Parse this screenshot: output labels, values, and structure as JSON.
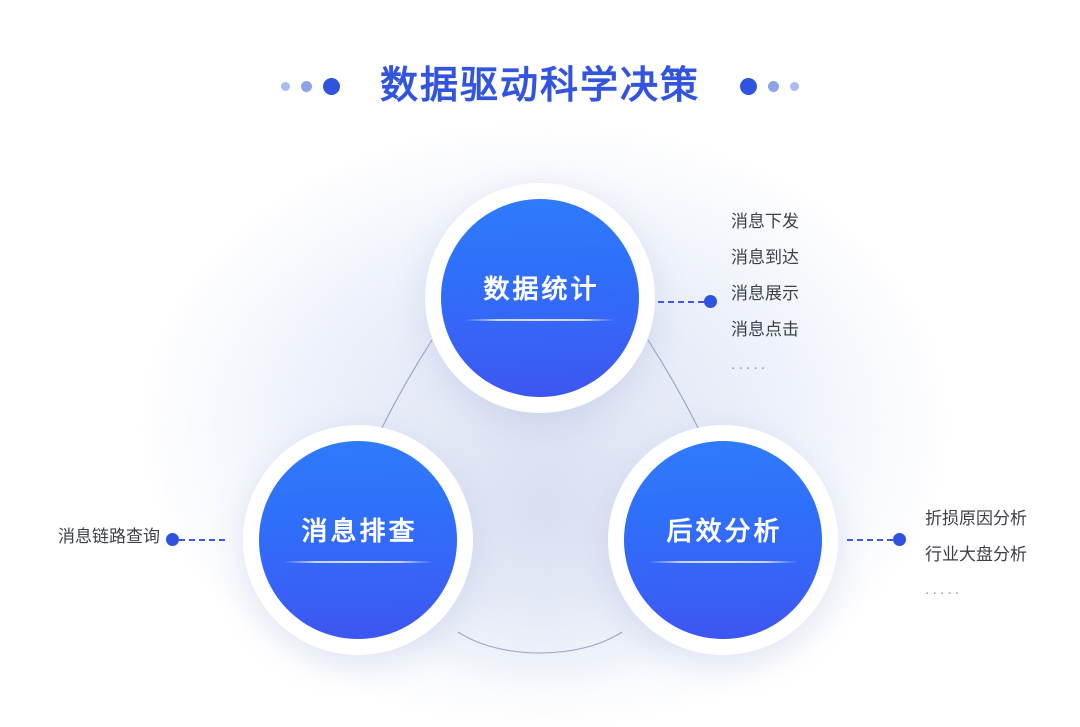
{
  "header": {
    "title": "数据驱动科学决策",
    "decor_dots_left": [
      "small-dot",
      "medium-dot",
      "large-dot"
    ],
    "decor_dots_right": [
      "large-dot",
      "medium-dot",
      "small-dot"
    ],
    "title_color": "#3355dd"
  },
  "colors": {
    "accent_blue": "#2f52e0",
    "circle_gradient_start": "#2f7bfb",
    "circle_gradient_end": "#3d55f0",
    "label_text": "#3c3f48",
    "ellipsis_text": "#9aa0ae",
    "background": "#ffffff"
  },
  "nodes": [
    {
      "id": "node-top",
      "label": "数据统计"
    },
    {
      "id": "node-left",
      "label": "消息排查"
    },
    {
      "id": "node-right",
      "label": "后效分析"
    }
  ],
  "annotations": {
    "top_right": {
      "lines": [
        "消息下发",
        "消息到达",
        "消息展示",
        "消息点击"
      ],
      "ellipsis": "....."
    },
    "left": {
      "lines": [
        "消息链路查询"
      ]
    },
    "bottom_right": {
      "lines": [
        "折损原因分析",
        "行业大盘分析"
      ],
      "ellipsis": "....."
    }
  }
}
